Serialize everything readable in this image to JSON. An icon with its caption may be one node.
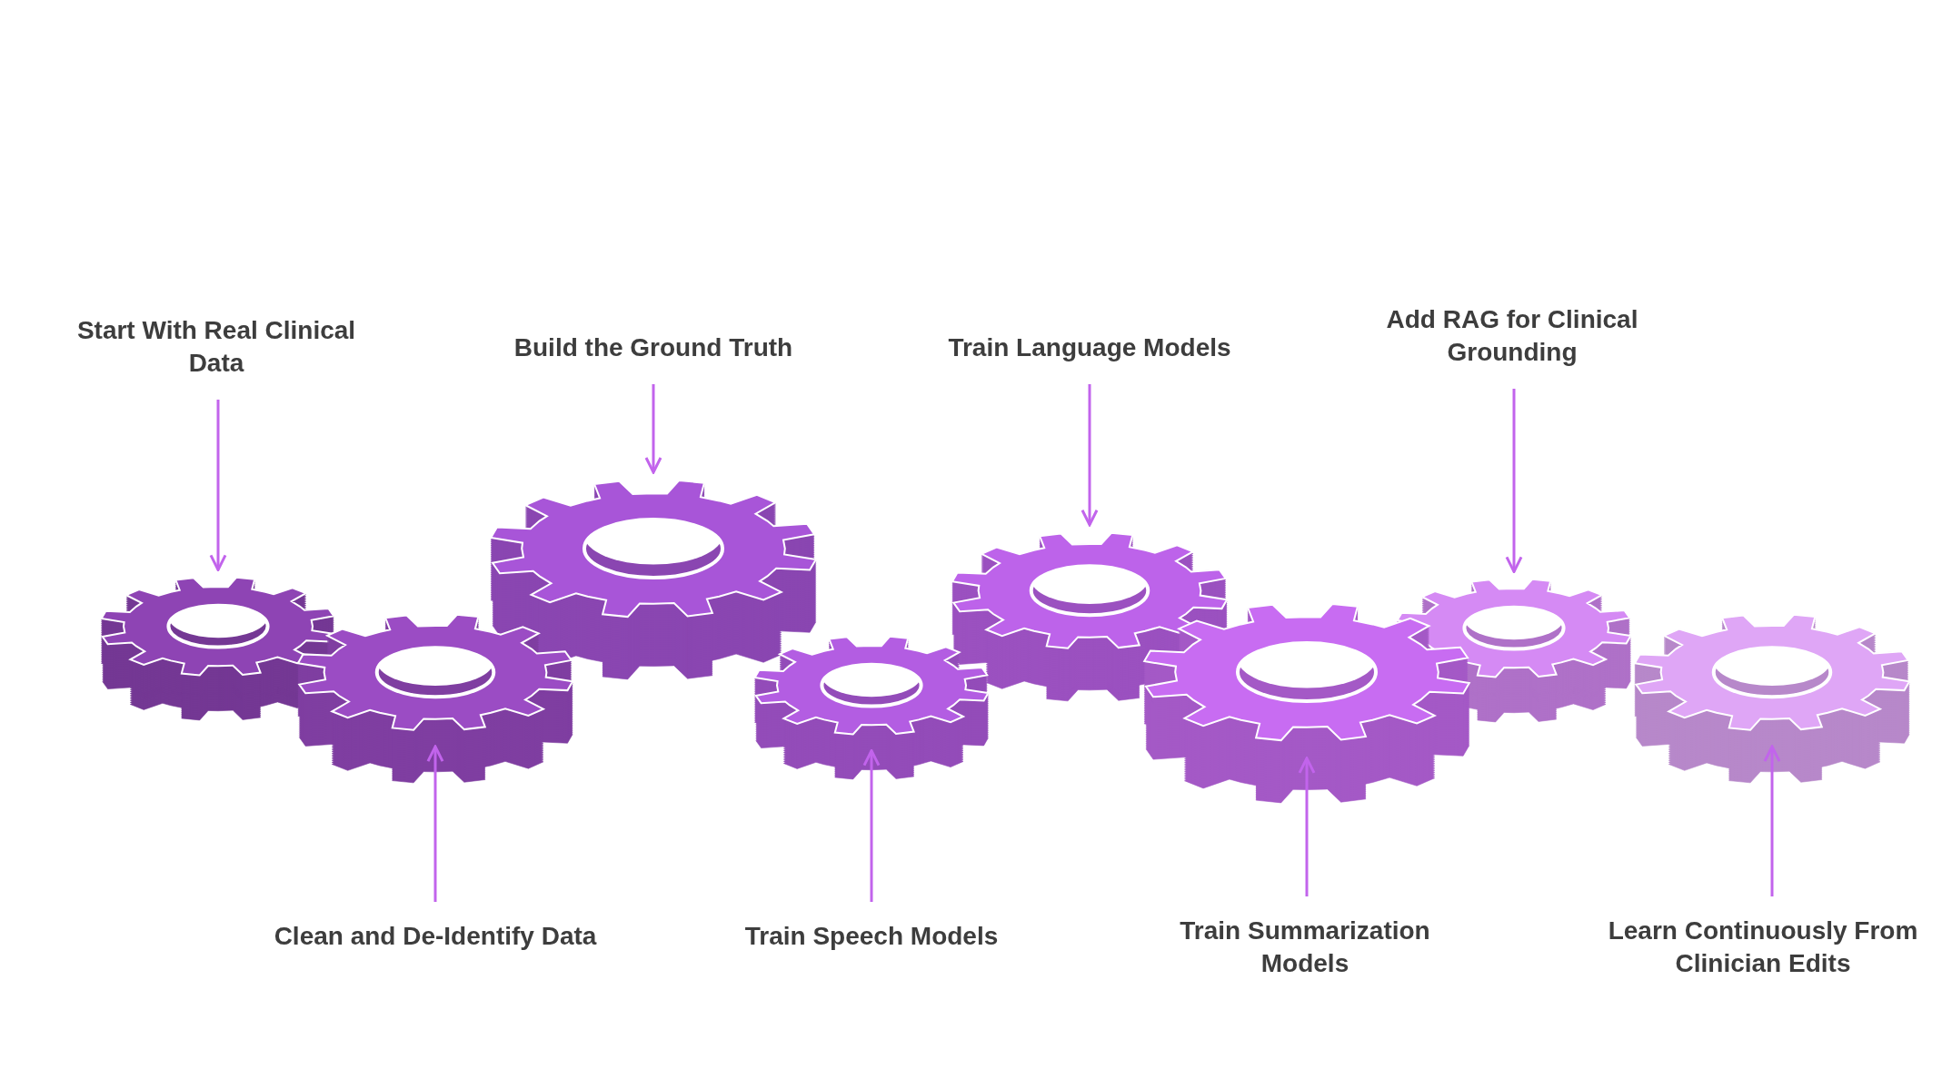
{
  "diagram": {
    "nodes": [
      {
        "text": [
          "Start With Real Clinical Data"
        ]
      },
      {
        "text": [
          "Clean and De-Identify Data"
        ]
      },
      {
        "text": [
          "Build the Ground Truth"
        ]
      },
      {
        "text": [
          "Train Speech Models"
        ]
      },
      {
        "text": [
          "Train Language Models"
        ]
      },
      {
        "text": [
          "Train Summarization Models"
        ]
      },
      {
        "text": [
          "Add RAG for Clinical Grounding"
        ]
      },
      {
        "text": [
          "Learn Continuously From Clinician Edits"
        ]
      },
      {
        "text": [],
        "shape": "gear"
      },
      {
        "text": [],
        "shape": "gear"
      },
      {
        "text": [],
        "shape": "gear"
      },
      {
        "text": [],
        "shape": "gear"
      },
      {
        "text": [],
        "shape": "gear"
      },
      {
        "text": [],
        "shape": "gear"
      },
      {
        "text": [],
        "shape": "gear"
      },
      {
        "text": [],
        "shape": "gear"
      }
    ],
    "edges": [
      {
        "from": 0,
        "to": 8,
        "arrow": "to"
      },
      {
        "from": 1,
        "to": 9,
        "arrow": "to"
      },
      {
        "from": 2,
        "to": 10,
        "arrow": "to"
      },
      {
        "from": 3,
        "to": 11,
        "arrow": "to"
      },
      {
        "from": 4,
        "to": 12,
        "arrow": "to"
      },
      {
        "from": 5,
        "to": 13,
        "arrow": "to"
      },
      {
        "from": 6,
        "to": 14,
        "arrow": "to"
      },
      {
        "from": 7,
        "to": 15,
        "arrow": "to"
      }
    ]
  }
}
